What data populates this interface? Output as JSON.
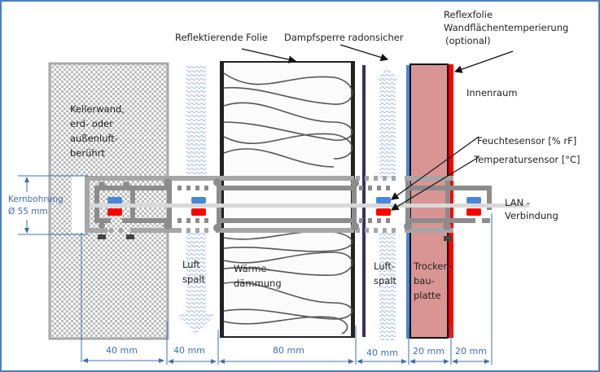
{
  "title": "Wandaufbau mit Sensor-Kernbohrung",
  "layers": [
    {
      "id": "kellerwand",
      "label": "Kellerwand, erd- oder außenluft- berührt",
      "lines": [
        "Kellerwand,",
        "erd- oder",
        "außenluft-",
        "berührt"
      ],
      "thickness": "40 mm"
    },
    {
      "id": "luftspalt-1",
      "lines": [
        "Luft",
        "spalt"
      ],
      "thickness": "40 mm"
    },
    {
      "id": "waermedaemmung",
      "lines": [
        "Wärme-",
        "dämmung"
      ],
      "thickness": "80 mm"
    },
    {
      "id": "luftspalt-2",
      "lines": [
        "Luft-",
        "spalt"
      ],
      "thickness": "40 mm"
    },
    {
      "id": "trockenbauplatte",
      "lines": [
        "Trocken-",
        "bau-",
        "platte"
      ],
      "thickness": "20 mm"
    },
    {
      "id": "innenraum-zone",
      "thickness": "20 mm"
    }
  ],
  "annotations": {
    "reflektierende_folie": "Reflektierende Folie",
    "dampfsperre": "Dampfsperre radonsicher",
    "reflexfolie_line1": "Reflexfolie",
    "reflexfolie_line2": "Wandflächentemperierung",
    "reflexfolie_line3": "(optional)",
    "innenraum": "Innenraum",
    "feuchtesensor": "Feuchtesensor  [% rF]",
    "temperatursensor": "Temperatursensor  [°C]",
    "lan_line1": "LAN -",
    "lan_line2": "Verbindung",
    "kernbohrung_line1": "Kernbohrung",
    "kernbohrung_line2": "Ø 55 mm"
  },
  "colors": {
    "frame": "#4a7fc1",
    "dimension": "#3f6fb0",
    "humidity_sensor": "#4a86d8",
    "temperature_sensor": "#ff0000",
    "drywall": "#d99594",
    "reflex_foil": "#ff0000",
    "vapor_barrier": "#3d3057",
    "probe": "#8c8c8c"
  }
}
